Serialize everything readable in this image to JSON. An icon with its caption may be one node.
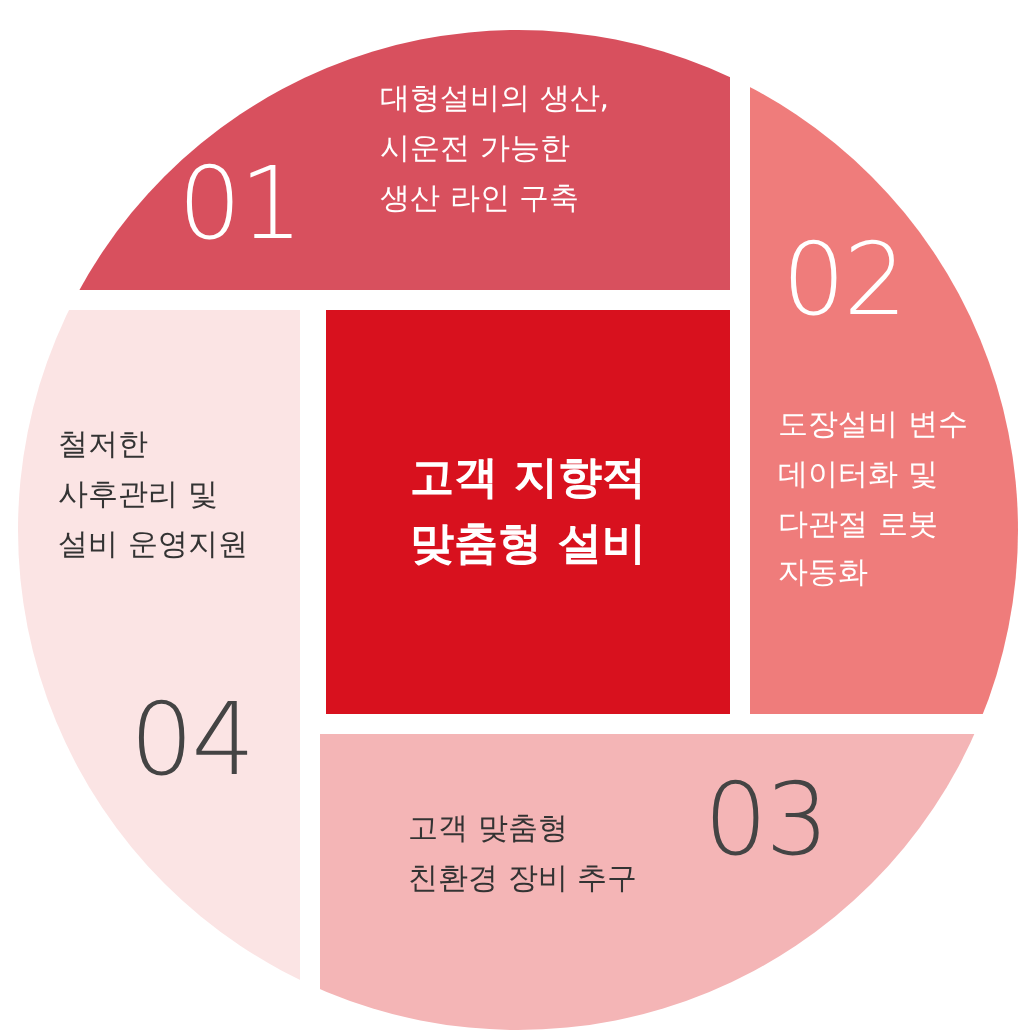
{
  "diagram": {
    "nodes": [
      {
        "text": [
          "01",
          "대형설비의 생산, 시운전 가능한 생산 라인 구축"
        ]
      },
      {
        "text": [
          "02",
          "도장설비 변수 데이터화 및 다관절 로봇 자동화"
        ]
      },
      {
        "text": [
          "03",
          "고객 맞춤형 친환경 장비 추구"
        ]
      },
      {
        "text": [
          "철저한 사후관리 및 설비 운영지원",
          "04"
        ]
      },
      {
        "text": [
          "고객 지향적 맞춤형 설비"
        ]
      }
    ]
  }
}
